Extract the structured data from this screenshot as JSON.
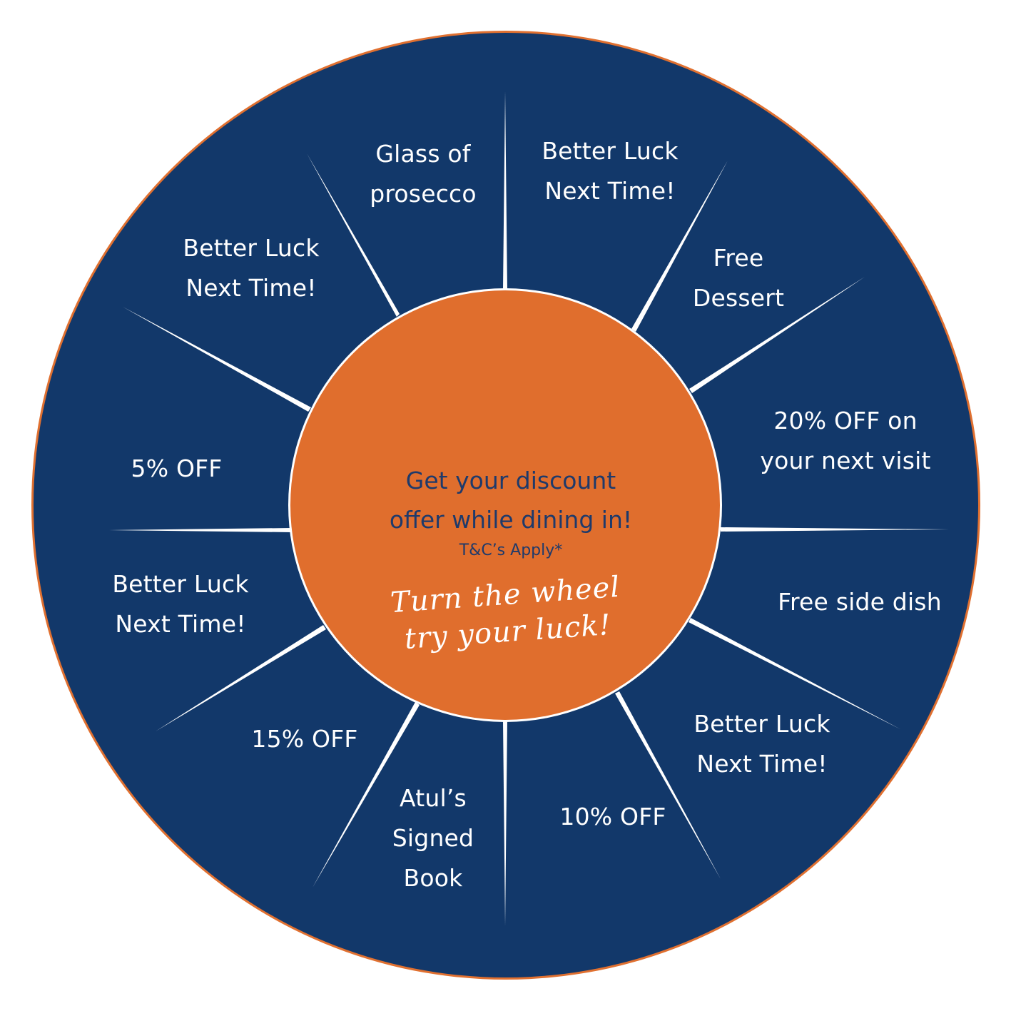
{
  "wheel": {
    "colors": {
      "background": "#ffffff",
      "wheel_fill": "#12386a",
      "wheel_rim": "#e07030",
      "hub_fill": "#e06e2d",
      "hub_ring": "#ffffff",
      "divider": "#ffffff",
      "segment_text": "#ffffff",
      "hub_text": "#1e3a6b",
      "script_text": "#ffffff"
    },
    "segments": [
      {
        "lines": [
          "Glass of",
          "prosecco"
        ]
      },
      {
        "lines": [
          "Better Luck",
          "Next Time!"
        ]
      },
      {
        "lines": [
          "Free",
          "Dessert"
        ]
      },
      {
        "lines": [
          "20% OFF on",
          "your next visit"
        ]
      },
      {
        "lines": [
          "Free side dish"
        ]
      },
      {
        "lines": [
          "Better Luck",
          "Next Time!"
        ]
      },
      {
        "lines": [
          "10% OFF"
        ]
      },
      {
        "lines": [
          "Atul’s",
          "Signed",
          "Book"
        ]
      },
      {
        "lines": [
          "15% OFF"
        ]
      },
      {
        "lines": [
          "Better Luck",
          "Next Time!"
        ]
      },
      {
        "lines": [
          "5% OFF"
        ]
      },
      {
        "lines": [
          "Better Luck",
          "Next Time!"
        ]
      }
    ]
  },
  "hub": {
    "headline_lines": [
      "Get your discount",
      "offer while dining in!"
    ],
    "terms": "T&C’s Apply*",
    "script_lines": [
      "Turn the wheel",
      "try your luck!"
    ]
  }
}
